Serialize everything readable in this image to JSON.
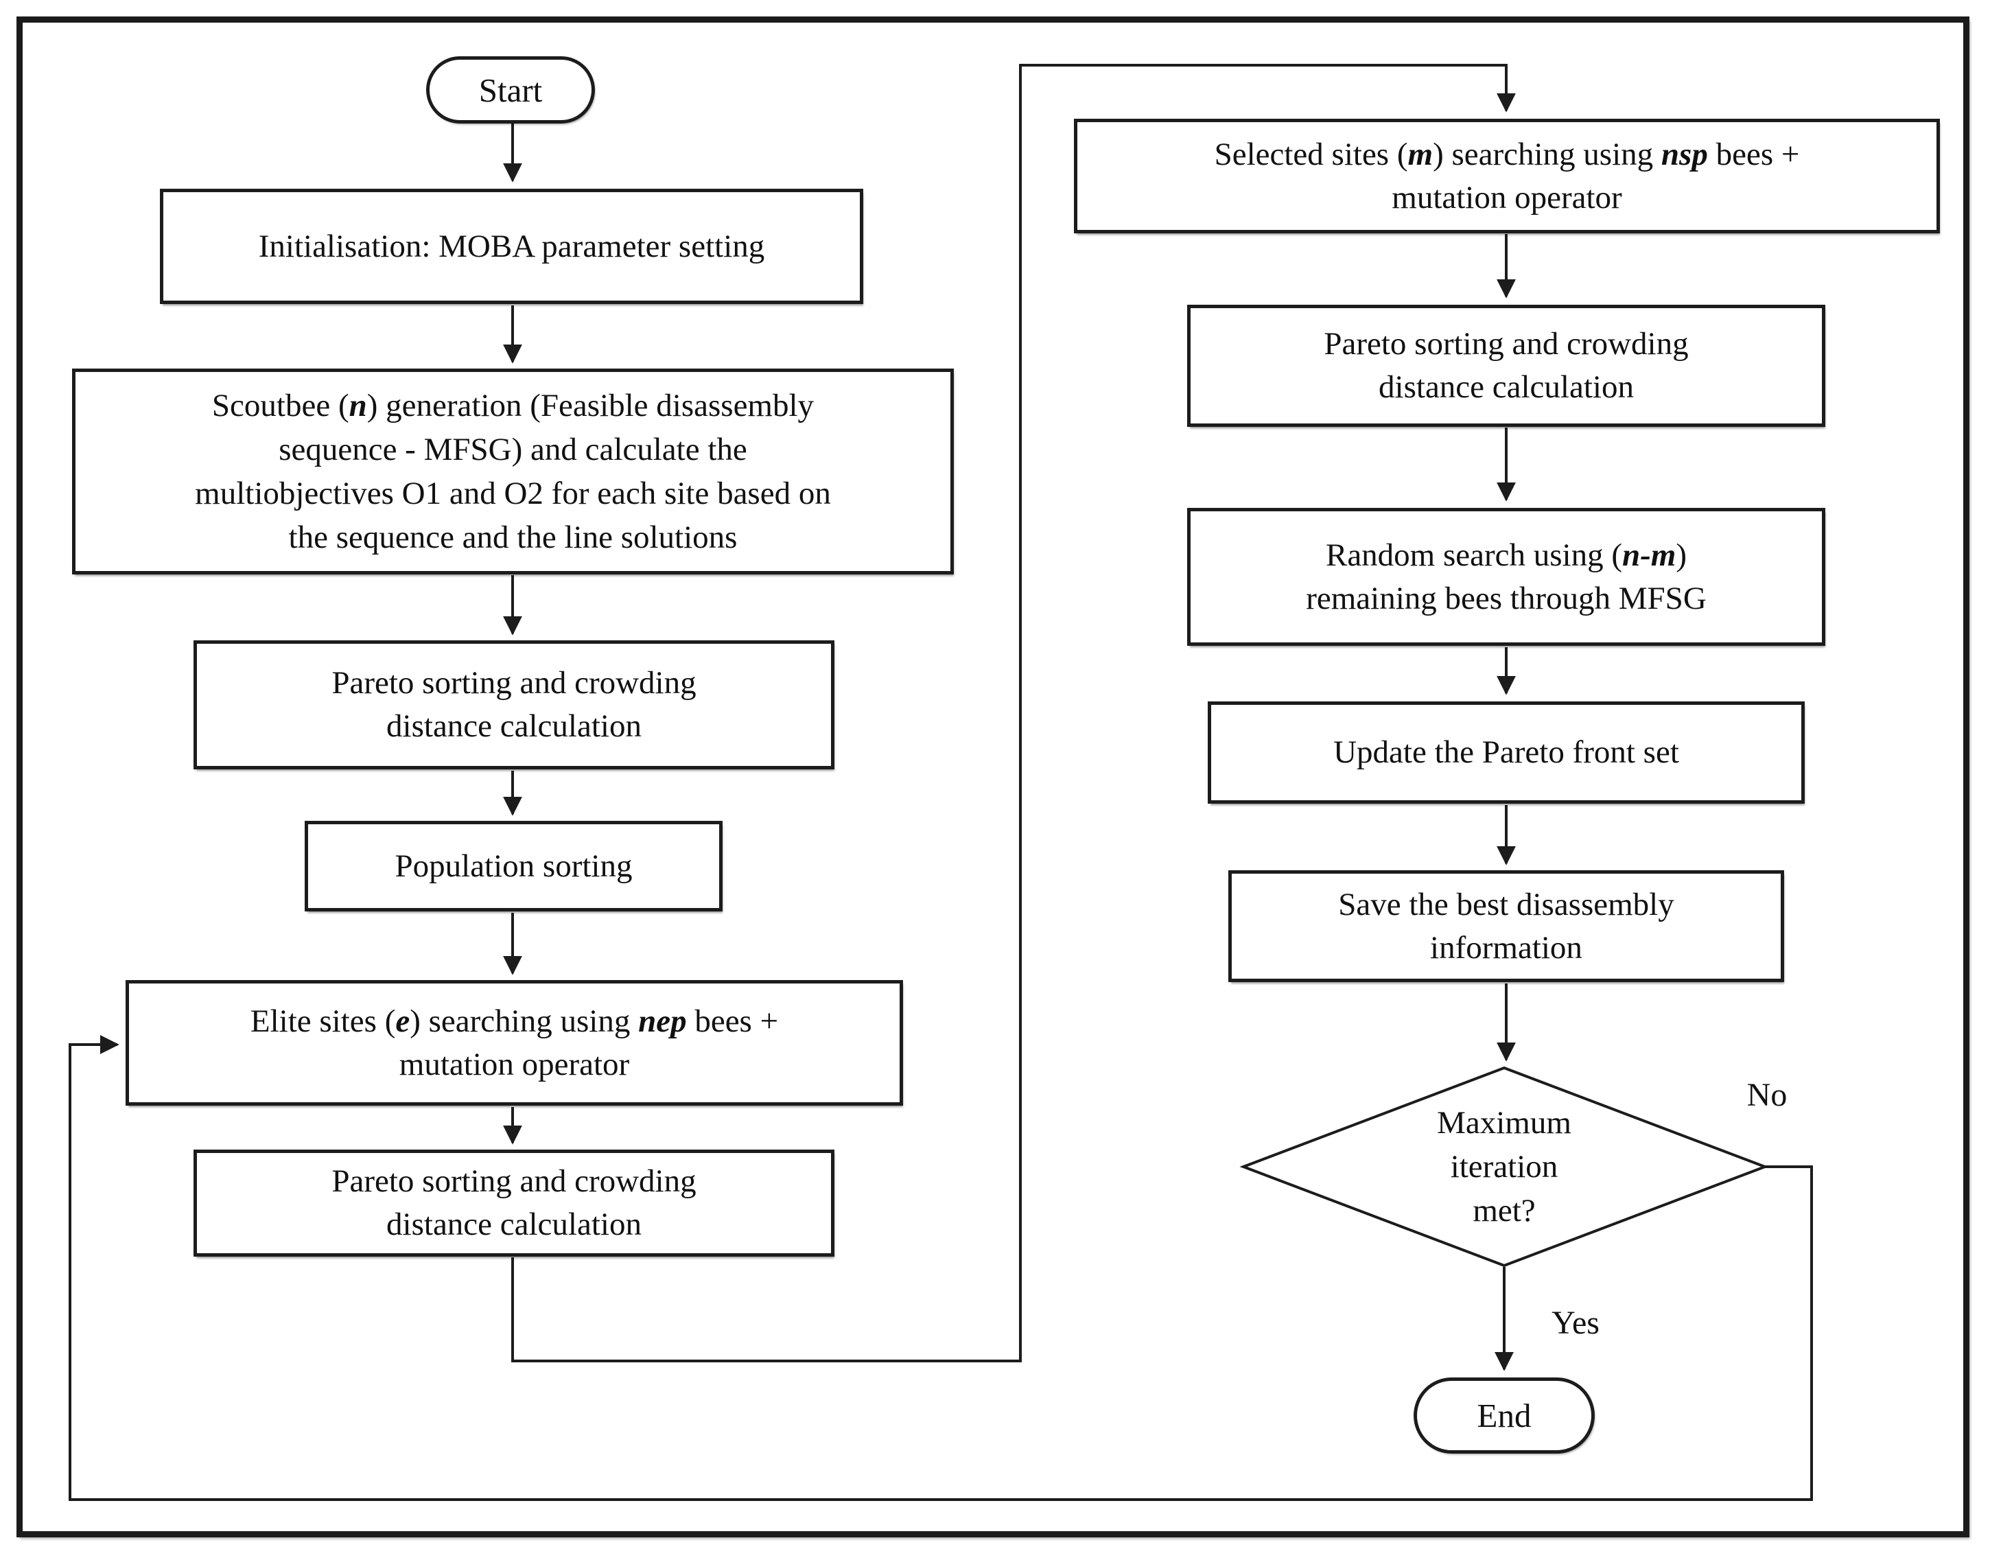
{
  "colors": {
    "line": "#1c1c1c",
    "box_border": "#1c1c1c",
    "background": "#ffffff",
    "text": "#111111"
  },
  "nodes": {
    "start": {
      "label": "Start"
    },
    "init": {
      "label": "Initialisation: MOBA parameter setting"
    },
    "scoutbee": {
      "segments": [
        {
          "text": "Scoutbee ("
        },
        {
          "text": "n",
          "em": true
        },
        {
          "text": ") generation (Feasible disassembly"
        },
        {
          "br": true
        },
        {
          "text": "sequence - MFSG) and calculate the"
        },
        {
          "br": true
        },
        {
          "text": "multiobjectives O1 and O2 for each site based on"
        },
        {
          "br": true
        },
        {
          "text": "the sequence and the line solutions"
        }
      ]
    },
    "pareto_after_scoutbee": {
      "segments": [
        {
          "text": "Pareto sorting and crowding"
        },
        {
          "br": true
        },
        {
          "text": "distance calculation"
        }
      ]
    },
    "population_sorting": {
      "label": "Population sorting"
    },
    "elite_sites": {
      "segments": [
        {
          "text": "Elite sites ("
        },
        {
          "text": "e",
          "em": true
        },
        {
          "text": ") searching using "
        },
        {
          "text": "nep",
          "em": true
        },
        {
          "text": " bees +"
        },
        {
          "br": true
        },
        {
          "text": "mutation operator"
        }
      ]
    },
    "pareto_after_elite": {
      "segments": [
        {
          "text": "Pareto sorting and crowding"
        },
        {
          "br": true
        },
        {
          "text": "distance calculation"
        }
      ]
    },
    "selected_sites": {
      "segments": [
        {
          "text": "Selected sites ("
        },
        {
          "text": "m",
          "em": true
        },
        {
          "text": ") searching using "
        },
        {
          "text": "nsp",
          "em": true
        },
        {
          "text": " bees +"
        },
        {
          "br": true
        },
        {
          "text": "mutation operator"
        }
      ]
    },
    "pareto_after_selected": {
      "segments": [
        {
          "text": "Pareto sorting and crowding"
        },
        {
          "br": true
        },
        {
          "text": "distance calculation"
        }
      ]
    },
    "random_search": {
      "segments": [
        {
          "text": "Random search using ("
        },
        {
          "text": "n-m",
          "em": true
        },
        {
          "text": ")"
        },
        {
          "br": true
        },
        {
          "text": "remaining bees through MFSG"
        }
      ]
    },
    "update_pareto_front": {
      "label": "Update the Pareto front set"
    },
    "save_best": {
      "segments": [
        {
          "text": "Save the best disassembly"
        },
        {
          "br": true
        },
        {
          "text": "information"
        }
      ]
    },
    "decision_max_iteration": {
      "label": "Maximum iteration met?"
    },
    "end": {
      "label": "End"
    }
  },
  "edge_labels": {
    "no": "No",
    "yes": "Yes"
  }
}
